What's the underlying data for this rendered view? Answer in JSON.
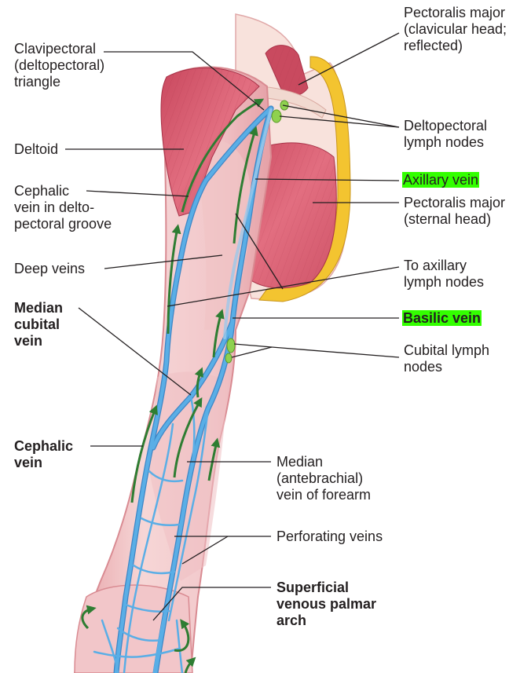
{
  "labels": {
    "clavipectoral": "Clavipectoral\n(deltopectoral)\ntriangle",
    "deltoid": "Deltoid",
    "cephalic_groove": "Cephalic\nvein in delto-\npectoral groove",
    "deep_veins": "Deep veins",
    "median_cubital": "Median\ncubital\nvein",
    "cephalic_vein": "Cephalic\nvein",
    "pectoralis_clavicular": "Pectoralis major\n(clavicular head;\nreflected)",
    "deltopectoral_nodes": "Deltopectoral\nlymph nodes",
    "axillary_vein": "Axillary vein",
    "pectoralis_sternal": "Pectoralis major\n(sternal head)",
    "to_axillary_nodes": "To axillary\nlymph nodes",
    "basilic_vein": "Basilic vein",
    "cubital_nodes": "Cubital lymph\nnodes",
    "median_antebrachial": "Median\n(antebrachial)\nvein of forearm",
    "perforating_veins": "Perforating veins",
    "superficial_palmar_arch": "Superficial\nvenous palmar\narch"
  },
  "colors": {
    "highlight": "#33ff00",
    "vein": "#5aaee6",
    "vein_outline": "#3d86c6",
    "arrow": "#2e7d32",
    "muscle": "#d95a6e",
    "skin": "#f3c9cc",
    "skin_edge": "#d98b92",
    "fascia_yellow": "#e8b21a",
    "lymph_node": "#8fd14f",
    "leader": "#231f20"
  }
}
